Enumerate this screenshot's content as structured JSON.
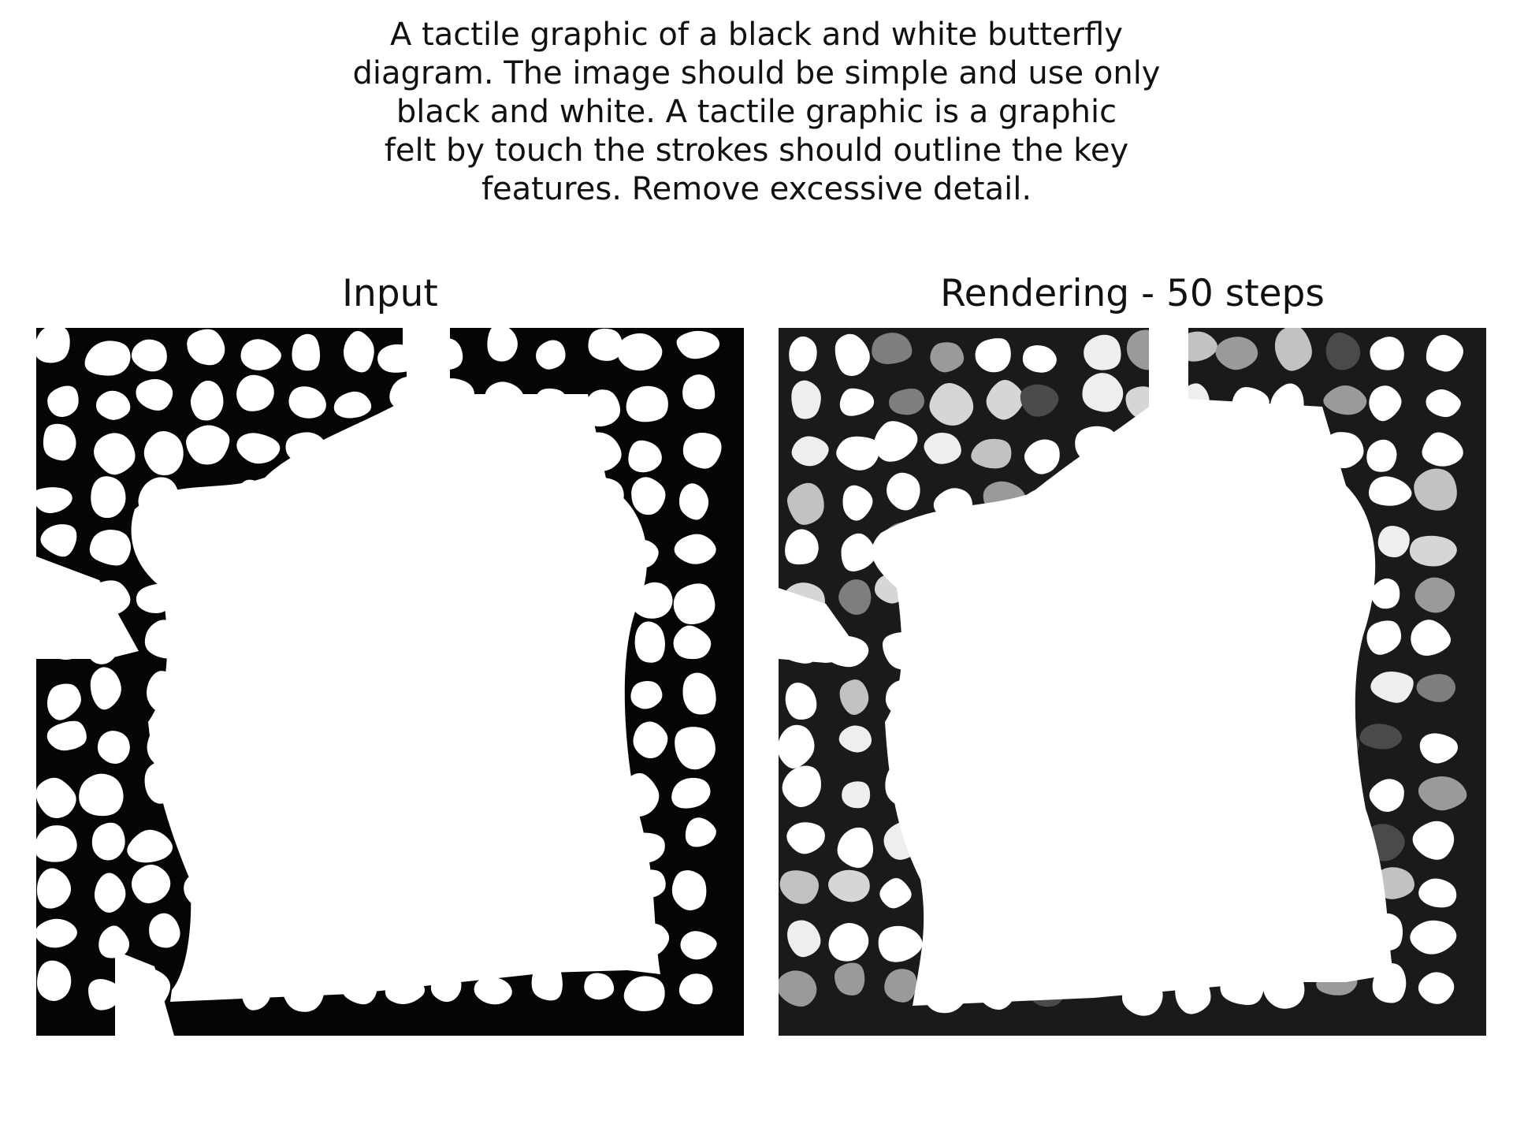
{
  "prompt_lines": [
    "A tactile graphic of a black and white butterfly",
    "diagram. The image should be simple and use only",
    "black and white. A tactile graphic is a graphic",
    "felt by touch the strokes should outline the key",
    "features. Remove excessive detail."
  ],
  "panels": {
    "input": {
      "title": "Input",
      "image": "black and white cellular tactile pattern forming a frame around a blank white center"
    },
    "rendering": {
      "title": "Rendering - 50 steps",
      "image": "grayscale stylized rendering of the cellular frame pattern with gray filled shapes"
    }
  },
  "colors": {
    "ink": "#111111",
    "background": "#ffffff",
    "gray_light": "#d6d6d6",
    "gray_mid": "#9a9a9a",
    "gray_dark": "#4a4a4a"
  }
}
